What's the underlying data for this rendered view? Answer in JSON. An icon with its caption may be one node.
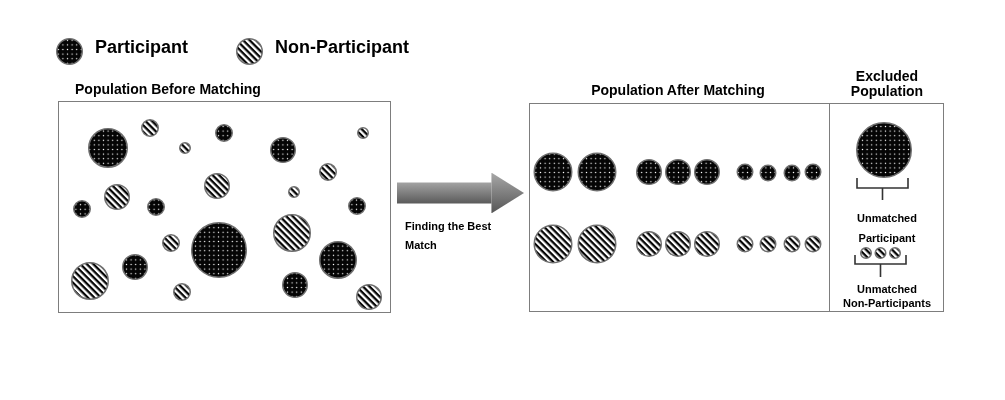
{
  "diagram": {
    "nodes": [
      {
        "text": [
          "Population Before Matching"
        ]
      },
      {
        "text": [
          "Population After Matching"
        ]
      },
      {
        "text": [
          "Excluded Population",
          "Unmatched Participant",
          "Unmatched Non-Participants"
        ]
      }
    ],
    "edges": [
      {
        "from": 0,
        "to": 1,
        "arrow": "to",
        "label": "Finding the Best Match",
        "style": "thick"
      }
    ],
    "legend": [
      {
        "text": "Participant"
      },
      {
        "text": "Non-Participant"
      }
    ]
  }
}
